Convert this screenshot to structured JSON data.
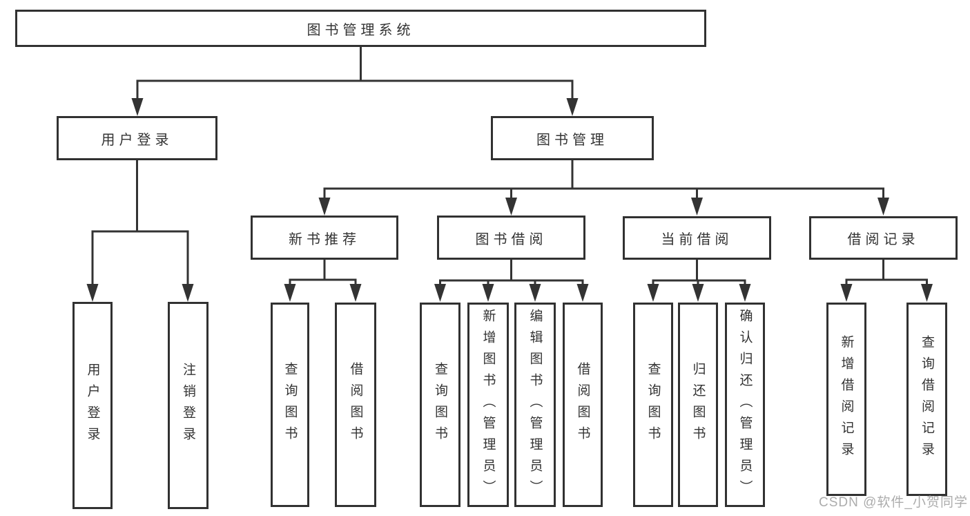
{
  "diagram": {
    "root": {
      "label": "图书管理系统"
    },
    "level2": {
      "user_login": {
        "label": "用户登录"
      },
      "book_management": {
        "label": "图书管理"
      }
    },
    "level3": {
      "new_book_recommend": {
        "label": "新书推荐"
      },
      "book_borrowing": {
        "label": "图书借阅"
      },
      "current_borrowing": {
        "label": "当前借阅"
      },
      "borrowing_records": {
        "label": "借阅记录"
      }
    },
    "leaves": {
      "user_login_children": [
        {
          "label": "用户登录"
        },
        {
          "label": "注销登录"
        }
      ],
      "new_book_children": [
        {
          "label": "查询图书"
        },
        {
          "label": "借阅图书"
        }
      ],
      "book_borrowing_children": [
        {
          "label": "查询图书"
        },
        {
          "label": "新增图书（管理员）"
        },
        {
          "label": "编辑图书（管理员）"
        },
        {
          "label": "借阅图书"
        }
      ],
      "current_borrowing_children": [
        {
          "label": "查询图书"
        },
        {
          "label": "归还图书"
        },
        {
          "label": "确认归还（管理员）"
        }
      ],
      "borrowing_records_children": [
        {
          "label": "新增借阅记录"
        },
        {
          "label": "查询借阅记录"
        }
      ]
    }
  },
  "watermark": {
    "text": "CSDN @软件_小贺同学"
  },
  "colors": {
    "line": "#333333",
    "box_border": "#313131",
    "text": "#333333",
    "watermark": "#a5a5a5",
    "background": "#ffffff"
  }
}
